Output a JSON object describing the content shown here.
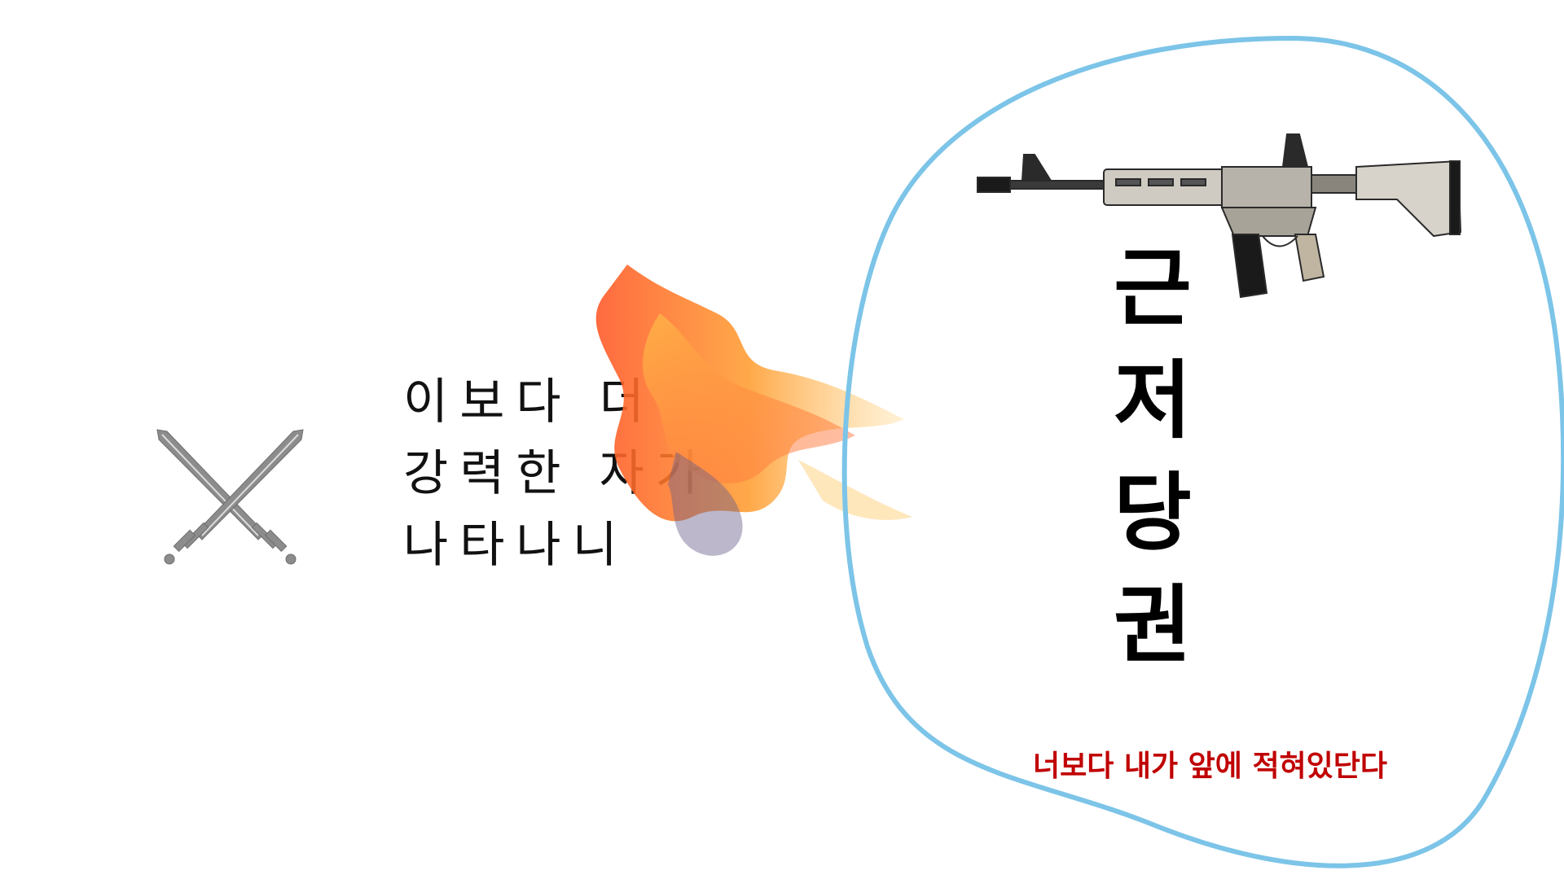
{
  "poem": {
    "lines": [
      "이보다 더",
      "강력한 자가",
      "나타나니"
    ]
  },
  "title": {
    "chars": [
      "근",
      "저",
      "당",
      "권"
    ]
  },
  "subtitle": {
    "text": "너보다 내가 앞에 적혀있단다"
  },
  "icons": {
    "swords": "crossed-swords-icon",
    "flame": "flame-icon",
    "rifle": "rifle-icon"
  },
  "colors": {
    "blob_outline": "#7cc4e8",
    "subtitle": "#c00000",
    "swords": "#8c8c8c",
    "text": "#111111"
  }
}
